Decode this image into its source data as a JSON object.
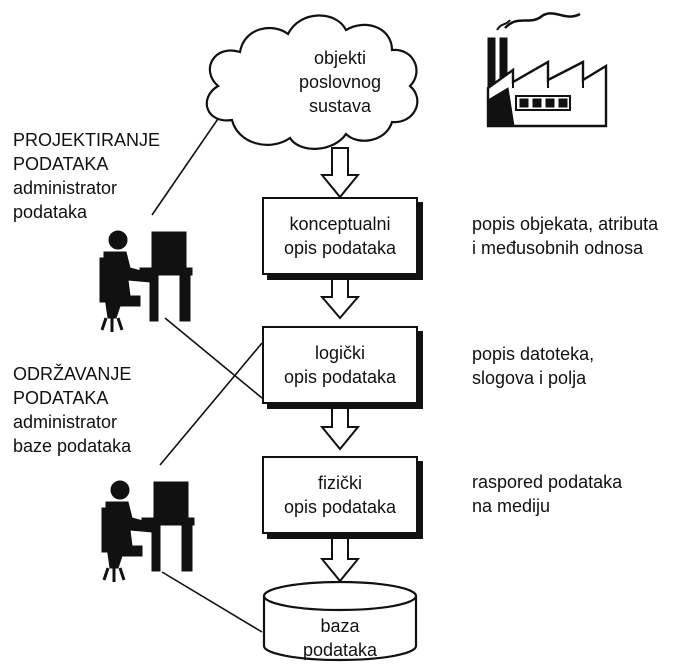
{
  "cloud": {
    "line1": "objekti",
    "line2": "poslovnog",
    "line3": "sustava"
  },
  "steps": [
    {
      "line1": "konceptualni",
      "line2": "opis podataka",
      "desc1": "popis objekata, atributa",
      "desc2": "i međusobnih odnosa"
    },
    {
      "line1": "logički",
      "line2": "opis podataka",
      "desc1": "popis datoteka,",
      "desc2": "slogova i polja"
    },
    {
      "line1": "fizički",
      "line2": "opis podataka",
      "desc1": "raspored podataka",
      "desc2": "na mediju"
    }
  ],
  "database": {
    "line1": "baza",
    "line2": "podataka"
  },
  "roles": [
    {
      "title1": "PROJEKTIRANJE",
      "title2": "PODATAKA",
      "sub1": "administrator",
      "sub2": "podataka"
    },
    {
      "title1": "ODRŽAVANJE",
      "title2": "PODATAKA",
      "sub1": "administrator",
      "sub2": "baze podataka"
    }
  ],
  "icons": {
    "factory": "factory-icon",
    "person": "person-at-computer-icon",
    "cloud": "cloud-shape",
    "arrow": "down-arrow-icon",
    "cylinder": "database-cylinder-icon"
  }
}
